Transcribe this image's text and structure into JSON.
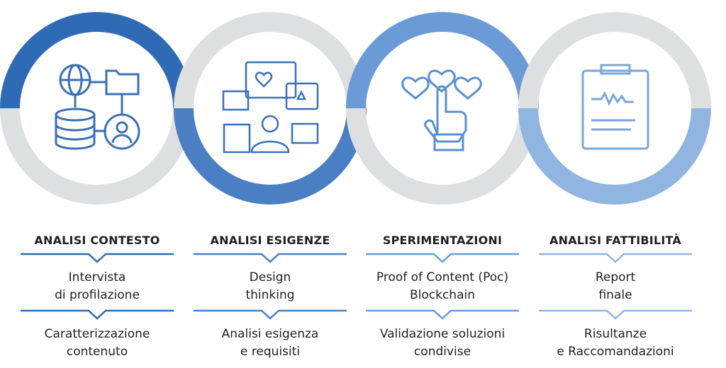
{
  "steps": [
    {
      "title": "ANALISI CONTESTO",
      "item1": [
        "Intervista",
        "di profilazione"
      ],
      "item2": [
        "Caratterizzazione",
        "contenuto"
      ],
      "icon": "data-network-icon",
      "color": "#2f6bb5"
    },
    {
      "title": "ANALISI ESIGENZE",
      "item1": [
        "Design",
        "thinking"
      ],
      "item2": [
        "Analisi esigenza",
        "e requisiti"
      ],
      "icon": "user-feedback-icon",
      "color": "#4a7fc4"
    },
    {
      "title": "SPERIMENTAZIONI",
      "item1": [
        "Proof of Content (Poc)",
        "Blockchain"
      ],
      "item2": [
        "Validazione soluzioni",
        "condivise"
      ],
      "icon": "hand-hearts-icon",
      "color": "#6b9bd6"
    },
    {
      "title": "ANALISI FATTIBILITÀ",
      "item1": [
        "Report",
        "finale"
      ],
      "item2": [
        "Risultanze",
        "e Raccomandazioni"
      ],
      "icon": "clipboard-report-icon",
      "color": "#8fb5e0"
    }
  ],
  "colors": {
    "gray": "#dedfe0"
  }
}
